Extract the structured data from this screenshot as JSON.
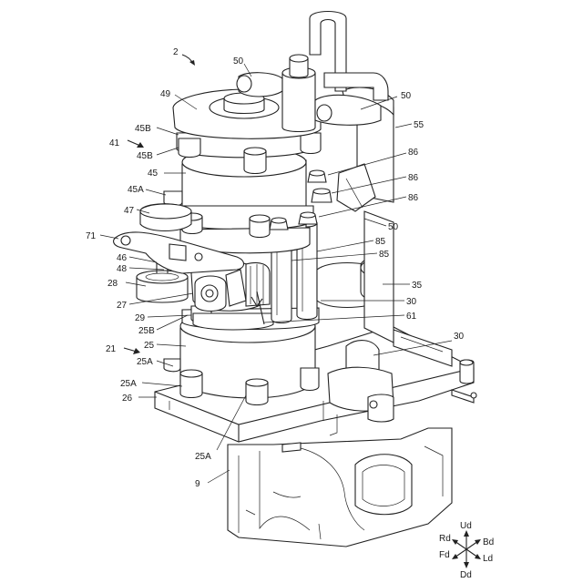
{
  "labels": {
    "l2": "2",
    "l50a": "50",
    "l49": "49",
    "l50b": "50",
    "l55": "55",
    "l45B": "45B",
    "l41": "41",
    "l45B2": "45B",
    "l86a": "86",
    "l45": "45",
    "l86b": "86",
    "l45A": "45A",
    "l86c": "86",
    "l47": "47",
    "l50c": "50",
    "l71": "71",
    "l85a": "85",
    "l85b": "85",
    "l46": "46",
    "l48": "48",
    "l35": "35",
    "l28": "28",
    "l27": "27",
    "l30a": "30",
    "l61": "61",
    "l29": "29",
    "l25B": "25B",
    "l25": "25",
    "l30b": "30",
    "l21": "21",
    "l25Aa": "25A",
    "l25Ab": "25A",
    "l26": "26",
    "l25Ac": "25A",
    "l9": "9"
  },
  "axes": {
    "up": "Ud",
    "rear": "Rd",
    "back": "Bd",
    "front": "Fd",
    "left": "Ld",
    "down": "Dd"
  }
}
